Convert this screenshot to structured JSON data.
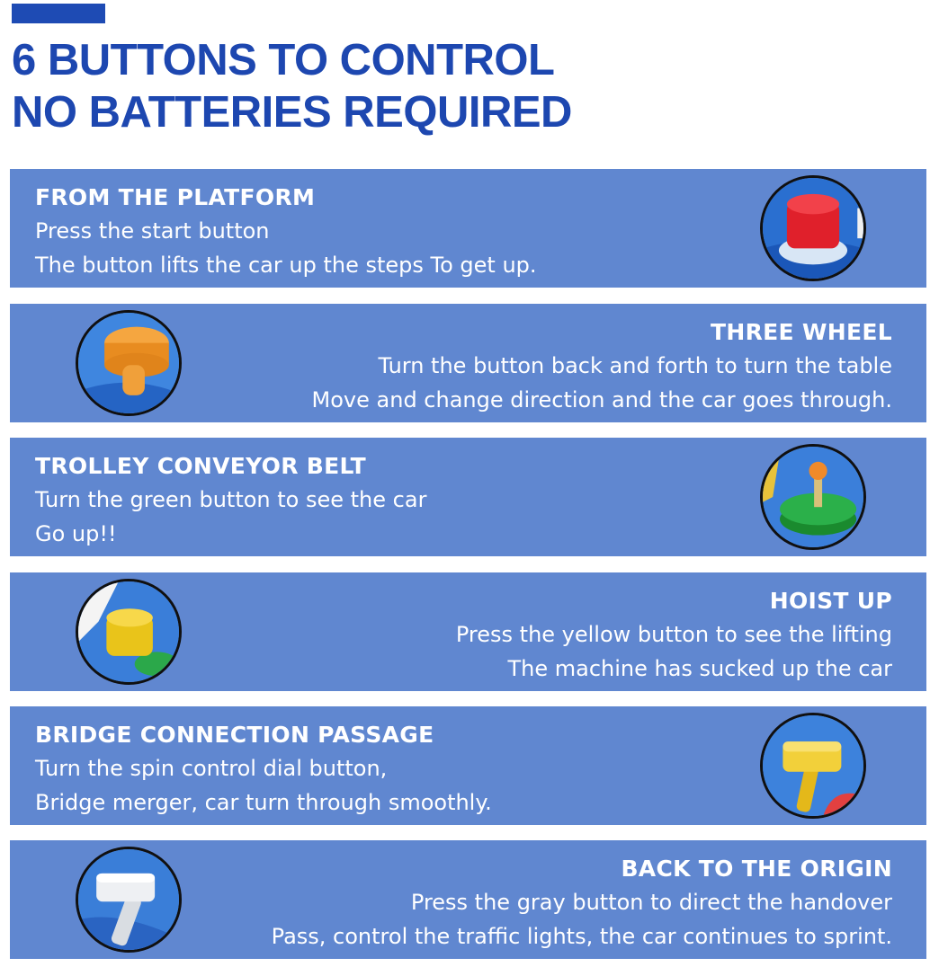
{
  "header": {
    "line1": "6 BUTTONS TO CONTROL",
    "line2": "NO BATTERIES REQUIRED",
    "accent_color": "#1e4bb4",
    "title_color": "#1d47b0"
  },
  "panel_color": "#6087d0",
  "panels": [
    {
      "title": "FROM THE PLATFORM",
      "lines": [
        "Press the start button",
        "The button lifts the car up the steps To get up."
      ],
      "icon": "red-button-icon"
    },
    {
      "title": "THREE WHEEL",
      "lines": [
        "Turn the button back and forth to turn the table",
        "Move and change direction and the car goes through."
      ],
      "icon": "orange-knob-icon"
    },
    {
      "title": "TROLLEY CONVEYOR BELT",
      "lines": [
        "Turn the green button to see the car",
        "Go up!!"
      ],
      "icon": "green-dial-icon"
    },
    {
      "title": "HOIST UP",
      "lines": [
        "Press the yellow button to see the lifting",
        "The machine has sucked up the car"
      ],
      "icon": "yellow-button-icon"
    },
    {
      "title": "BRIDGE CONNECTION PASSAGE",
      "lines": [
        "Turn the spin control dial button,",
        "Bridge merger, car turn through smoothly."
      ],
      "icon": "yellow-lever-icon"
    },
    {
      "title": "BACK TO THE ORIGIN",
      "lines": [
        "Press the gray button to direct the handover",
        "Pass, control the traffic lights, the car continues to sprint."
      ],
      "icon": "gray-lever-icon"
    }
  ]
}
